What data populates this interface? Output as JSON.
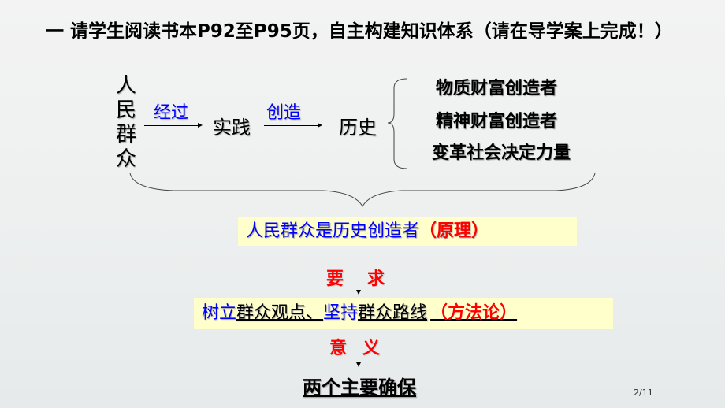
{
  "header": {
    "title": "一  请学生阅读书本P92至P95页，自主构建知识体系（请在导学案上完成！）"
  },
  "diagram": {
    "subject_vertical": [
      "人",
      "民",
      "群",
      "众"
    ],
    "arrow1_label": "经过",
    "node_practice": "实践",
    "arrow2_label": "创造",
    "node_history": "历史",
    "history_roles": [
      "物质财富创造者",
      "精神财富创造者",
      "变革社会决定力量"
    ],
    "principle": {
      "text": "人民群众是历史创造者",
      "tag": "（原理）"
    },
    "requirement_label": [
      "要",
      "求"
    ],
    "methodology": {
      "verb1": "树立",
      "obj1": "群众观点、",
      "verb2": "坚持",
      "obj2": "群众路线",
      "tag": "（方法论）"
    },
    "significance_label": [
      "意",
      "义"
    ],
    "conclusion": "两个主要确保"
  },
  "footer": {
    "page_number": "2/11"
  },
  "colors": {
    "blue": "#0000ff",
    "red": "#ff0000",
    "highlight": "#ffffcc"
  }
}
